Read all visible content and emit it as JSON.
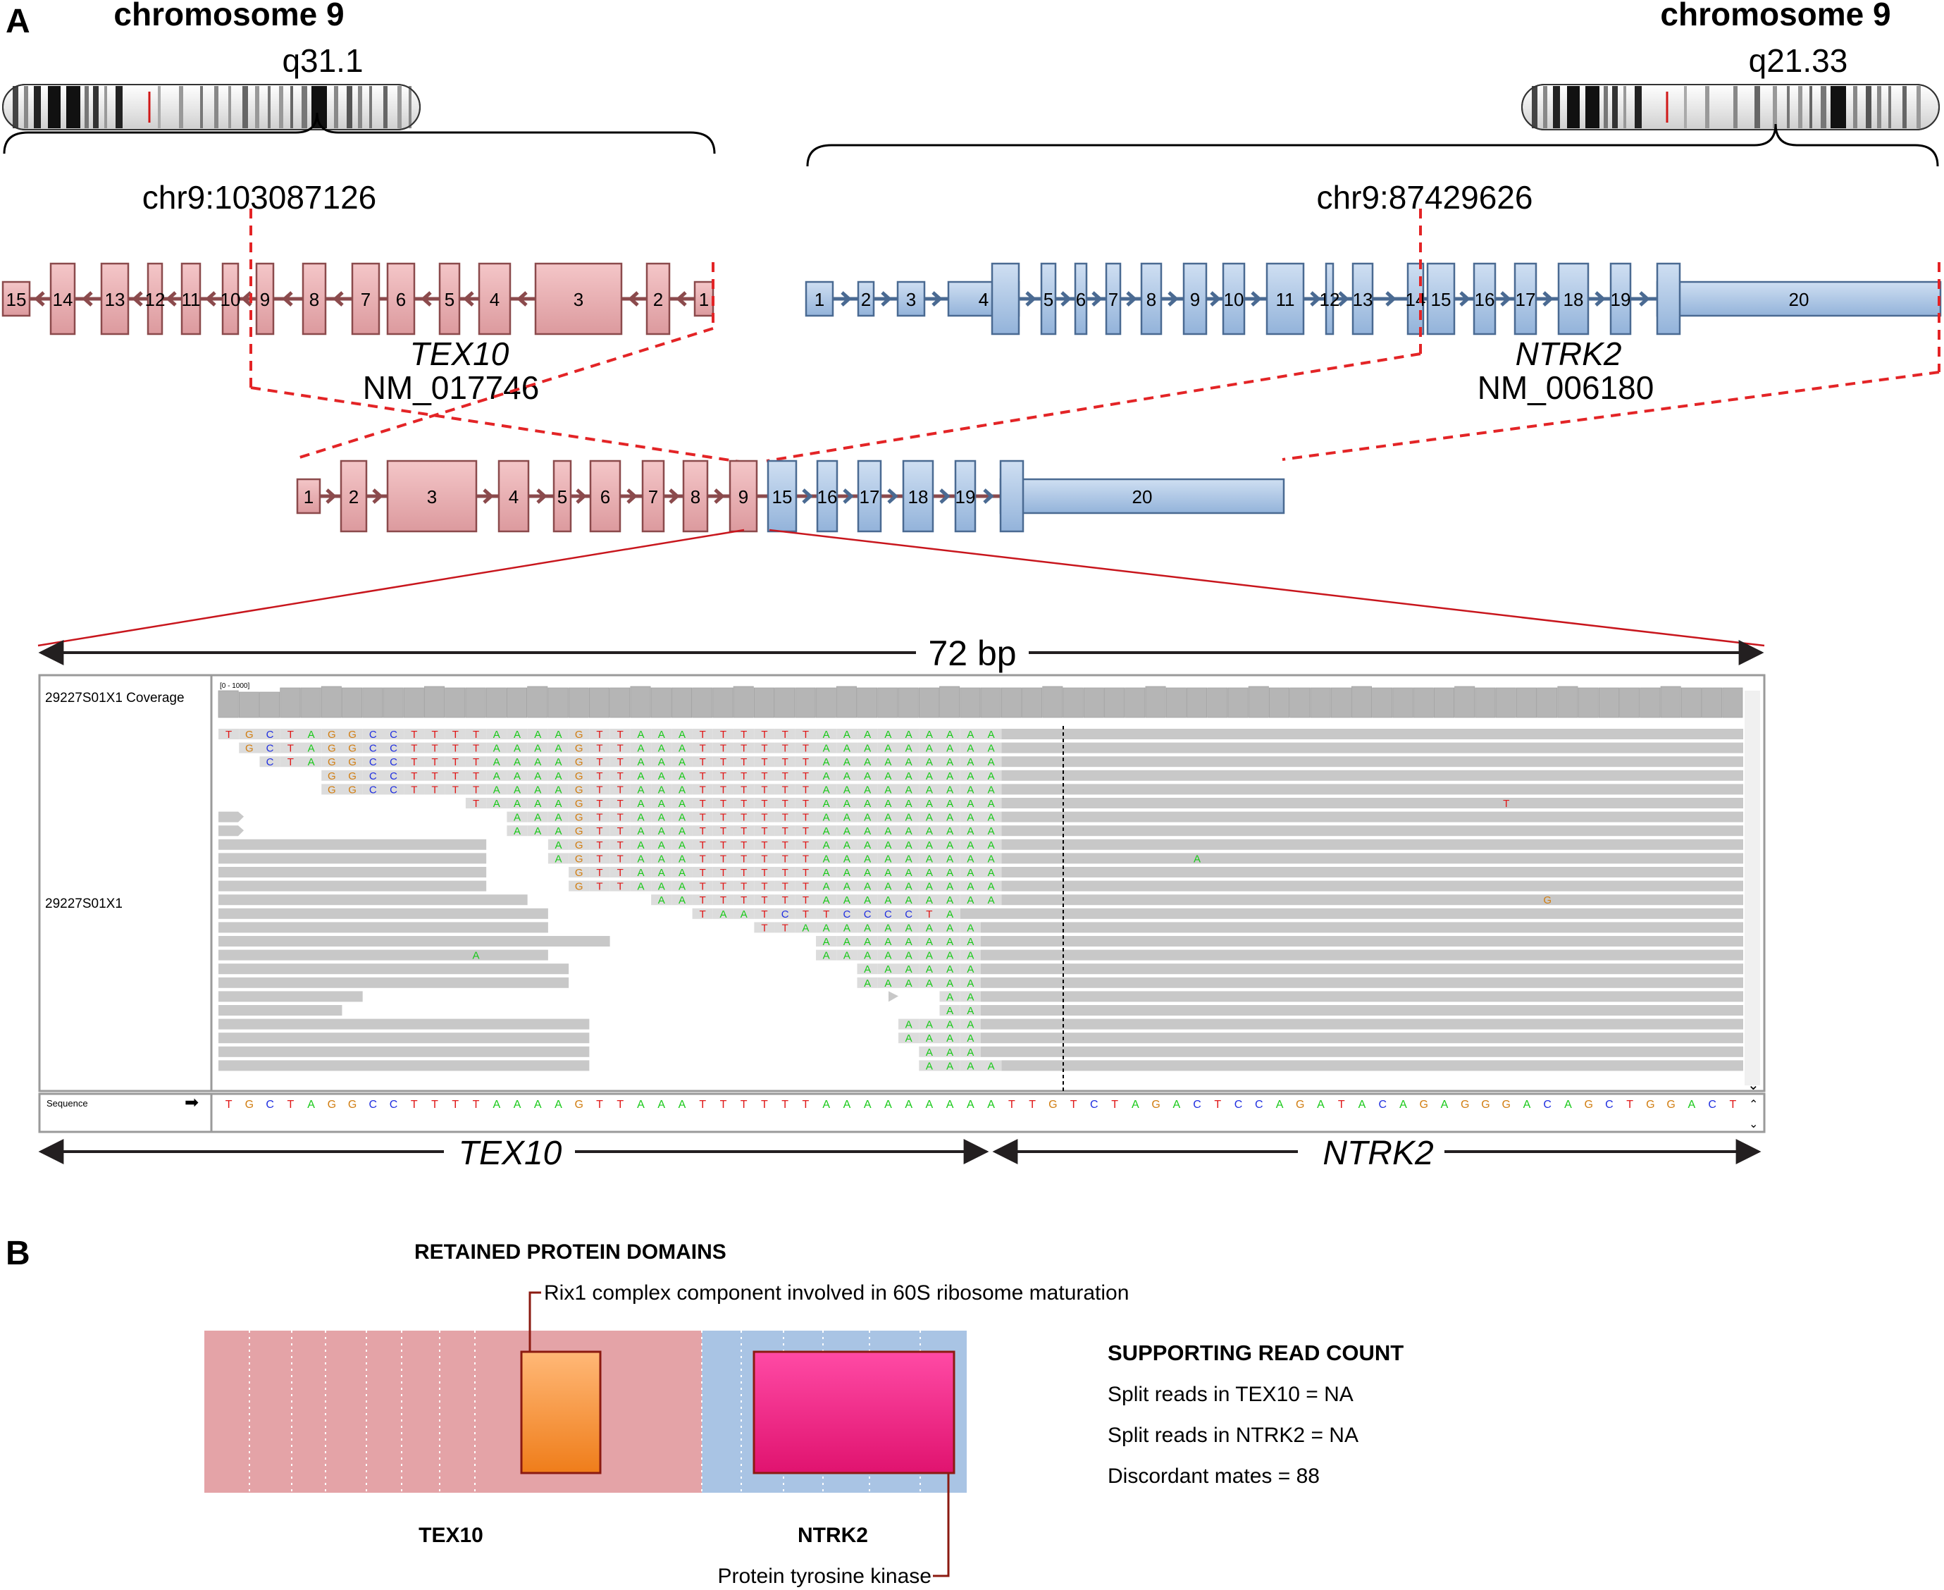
{
  "panel_a": {
    "label": "A",
    "left_chromosome": {
      "title": "chromosome 9",
      "band": "q31.1",
      "position": "chr9:103087126"
    },
    "right_chromosome": {
      "title": "chromosome 9",
      "band": "q21.33",
      "position": "chr9:87429626"
    },
    "tex10": {
      "gene": "TEX10",
      "transcript": "NM_017746",
      "exons": [
        "15",
        "14",
        "13",
        "12",
        "11",
        "10",
        "9",
        "8",
        "7",
        "6",
        "5",
        "4",
        "3",
        "2",
        "1"
      ]
    },
    "ntrk2": {
      "gene": "NTRK2",
      "transcript": "NM_006180",
      "exons": [
        "1",
        "2",
        "3",
        "4",
        "5",
        "6",
        "7",
        "8",
        "9",
        "10",
        "11",
        "12",
        "13",
        "14",
        "15",
        "16",
        "17",
        "18",
        "19",
        "20"
      ]
    },
    "fusion_exons": {
      "tex10": [
        "1",
        "2",
        "3",
        "4",
        "5",
        "6",
        "7",
        "8",
        "9"
      ],
      "ntrk2": [
        "15",
        "16",
        "17",
        "18",
        "19",
        "20"
      ]
    },
    "zoom_span": "72 bp",
    "igv": {
      "coverage_track": "29227S01X1 Coverage",
      "coverage_range": "[0 - 1000]",
      "reads_track": "29227S01X1",
      "sequence_label": "Sequence",
      "sequence": "TGCTAGGCCTTTTAAAAGTTAAATTTTTTAAAAAAAAATTGTCTAGACTCCAGATACAGAGGGACAGCTGGACT",
      "breakpoint_index": 41,
      "reads": [
        {
          "start": 0,
          "end": 72,
          "soft": "TGCTAGGCCTTTTAAAAGTTAAATTTTTTAAAAAAAAA",
          "soft_start": 0
        },
        {
          "start": 1,
          "end": 72,
          "soft": "GCTAGGCCTTTTAAAAGTTAAATTTTTTAAAAAAAAA",
          "soft_start": 1
        },
        {
          "start": 2,
          "end": 72,
          "soft": "CTAGGCCTTTTAAAAGTTAAATTTTTTAAAAAAAAA",
          "soft_start": 2
        },
        {
          "start": 5,
          "end": 72,
          "soft": "GGCCTTTTAAAAGTTAAATTTTTTAAAAAAAAA",
          "soft_start": 5
        },
        {
          "start": 5,
          "end": 72,
          "soft": "GGCCTTTTAAAAGTTAAATTTTTTAAAAAAAAA",
          "soft_start": 5
        },
        {
          "start": 12,
          "end": 72,
          "soft": "TAAAAGTTAAATTTTTTAAAAAAAAA",
          "soft_start": 12,
          "mismatch": {
            "pos": 62,
            "base": "T"
          }
        },
        {
          "start": 0,
          "end": 72,
          "soft": "AAAGTTAAATTTTTTAAAAAAAAA",
          "soft_start": 14,
          "arrow": true
        },
        {
          "start": 0,
          "end": 72,
          "soft": "AAAGTTAAATTTTTTAAAAAAAAA",
          "soft_start": 14,
          "arrow": true
        },
        {
          "start": 0,
          "end": 72,
          "soft": "AGTTAAATTTTTTAAAAAAAAA",
          "soft_start": 16,
          "gap_end": 3
        },
        {
          "start": 0,
          "end": 72,
          "soft": "AGTTAAATTTTTTAAAAAAAAA",
          "soft_start": 16,
          "gap_end": 3,
          "mismatch": {
            "pos": 47,
            "base": "A"
          }
        },
        {
          "start": 0,
          "end": 72,
          "soft": "GTTAAATTTTTTAAAAAAAAA",
          "soft_start": 17,
          "gap_end": 4
        },
        {
          "start": 0,
          "end": 72,
          "soft": "GTTAAATTTTTTAAAAAAAAA",
          "soft_start": 17,
          "gap_end": 4
        },
        {
          "start": 0,
          "end": 72,
          "soft": "AATTTTTTAAAAAAAAA",
          "soft_start": 21,
          "gap_end": 6,
          "mismatch": {
            "pos": 64,
            "base": "G"
          }
        },
        {
          "start": 0,
          "end": 72,
          "soft": "TAATCTTCCCCTA",
          "soft_start": 23,
          "gap_end": 7,
          "colored_soft": true
        },
        {
          "start": 0,
          "end": 72,
          "soft": "TTAAAAAAAAA",
          "soft_start": 26,
          "gap_end": 10
        },
        {
          "start": 0,
          "end": 72,
          "soft": "AAAAAAAA",
          "soft_start": 29,
          "gap_end": 10
        },
        {
          "start": 0,
          "end": 72,
          "soft": "AAAAAAAA",
          "soft_start": 29,
          "gap_end": 13,
          "mismatch": {
            "pos": 12,
            "base": "A"
          }
        },
        {
          "start": 0,
          "end": 72,
          "soft": "AAAAAA",
          "soft_start": 31,
          "gap_end": 14
        },
        {
          "start": 0,
          "end": 72,
          "soft": "AAAAAA",
          "soft_start": 31,
          "gap_end": 14
        },
        {
          "start": 0,
          "end": 72,
          "soft": "AA",
          "soft_start": 35,
          "gap_end": 28,
          "arrow_mid": true
        },
        {
          "start": 0,
          "end": 72,
          "soft": "AA",
          "soft_start": 35,
          "gap_end": 29
        },
        {
          "start": 0,
          "end": 72,
          "soft": "AAAA",
          "soft_start": 33,
          "gap_end": 15
        },
        {
          "start": 0,
          "end": 72,
          "soft": "AAAA",
          "soft_start": 33,
          "gap_end": 15
        },
        {
          "start": 0,
          "end": 72,
          "soft": "AAA",
          "soft_start": 34,
          "gap_end": 16
        },
        {
          "start": 0,
          "end": 72,
          "soft": "AAAA",
          "soft_start": 34,
          "gap_end": 16
        }
      ]
    },
    "bottom_arrows": {
      "left": "TEX10",
      "right": "NTRK2"
    }
  },
  "panel_b": {
    "label": "B",
    "domains_title": "RETAINED PROTEIN DOMAINS",
    "domain1": "Rix1 complex component involved in 60S ribosome maturation",
    "domain2": "Protein tyrosine kinase",
    "left_gene": "TEX10",
    "right_gene": "NTRK2",
    "read_count_title": "SUPPORTING READ COUNT",
    "split_tex10": "Split reads in TEX10 = NA",
    "split_ntrk2": "Split reads in NTRK2 = NA",
    "discordant": "Discordant mates = 88"
  },
  "colors": {
    "tex10": "#e8a9ad",
    "ntrk2": "#a9c4e4",
    "domain1": "#f08a2a",
    "domain2": "#e9157a",
    "dashed": "#e32426"
  }
}
